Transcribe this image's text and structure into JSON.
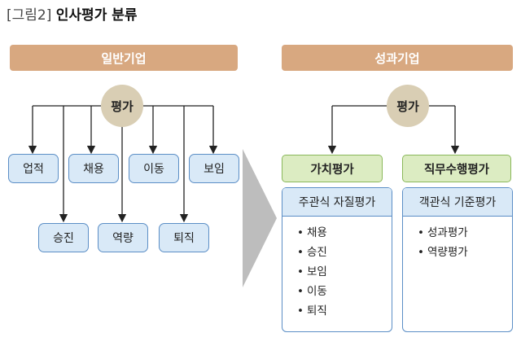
{
  "title": {
    "tag": "[그림2]",
    "main": "인사평가 분류"
  },
  "left": {
    "banner": "일반기업",
    "hub": "평가",
    "top_row": [
      "업적",
      "채용",
      "이동",
      "보임"
    ],
    "bottom_row": [
      "승진",
      "역량",
      "퇴직"
    ]
  },
  "right": {
    "banner": "성과기업",
    "hub": "평가",
    "branches": [
      {
        "label": "가치평가",
        "panel_title": "주관식 자질평가",
        "items": [
          "채용",
          "승진",
          "보임",
          "이동",
          "퇴직"
        ]
      },
      {
        "label": "직무수행평가",
        "panel_title": "객관식 기준평가",
        "items": [
          "성과평가",
          "역량평가"
        ]
      }
    ]
  },
  "colors": {
    "banner": "#d8a880",
    "hub": "#d9ceb4",
    "node_fill": "#d9e9f7",
    "node_border": "#5b8ec6",
    "green_fill": "#dcecc2",
    "arrow": "#bdbdbd"
  }
}
